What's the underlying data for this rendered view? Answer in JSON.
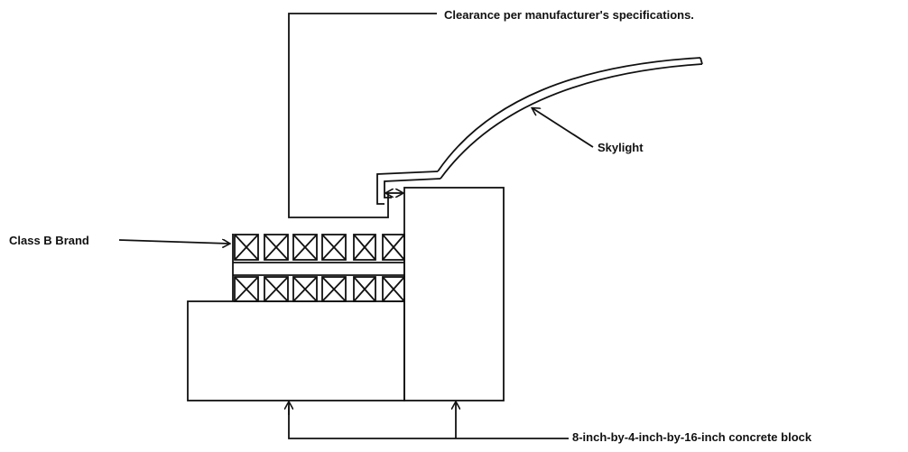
{
  "labels": {
    "clearance": "Clearance per manufacturer's specifications.",
    "skylight": "Skylight",
    "class_b_brand": "Class B Brand",
    "concrete_block": "8-inch-by-4-inch-by-16-inch concrete block"
  },
  "colors": {
    "ink": "#111111",
    "background": "#ffffff"
  },
  "brand_rows": 2,
  "brand_boxes_per_row": 6
}
